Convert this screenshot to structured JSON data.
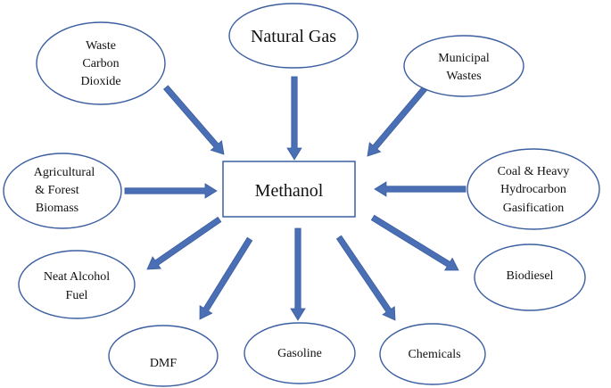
{
  "center": {
    "label": "Methanol"
  },
  "sources": [
    {
      "id": "waste-co2",
      "lines": [
        "Waste",
        "Carbon",
        "Dioxide"
      ]
    },
    {
      "id": "natural-gas",
      "lines": [
        "Natural Gas"
      ]
    },
    {
      "id": "municipal-wastes",
      "lines": [
        "Municipal",
        "Wastes"
      ]
    },
    {
      "id": "agricultural-forest-biomass",
      "lines": [
        "Agricultural",
        "& Forest",
        "Biomass"
      ]
    },
    {
      "id": "coal-heavy-hydrocarbon",
      "lines": [
        "Coal & Heavy",
        "Hydrocarbon",
        "Gasification"
      ]
    }
  ],
  "products": [
    {
      "id": "neat-alcohol-fuel",
      "lines": [
        "Neat Alcohol",
        "Fuel"
      ]
    },
    {
      "id": "dmf",
      "lines": [
        "DMF"
      ]
    },
    {
      "id": "gasoline",
      "lines": [
        "Gasoline"
      ]
    },
    {
      "id": "chemicals",
      "lines": [
        "Chemicals"
      ]
    },
    {
      "id": "biodiesel",
      "lines": [
        "Biodiesel"
      ]
    }
  ],
  "colors": {
    "arrow": "#4a6fb5",
    "arrow_stroke": "#3b5ea0",
    "outline": "#3b5ea0"
  }
}
